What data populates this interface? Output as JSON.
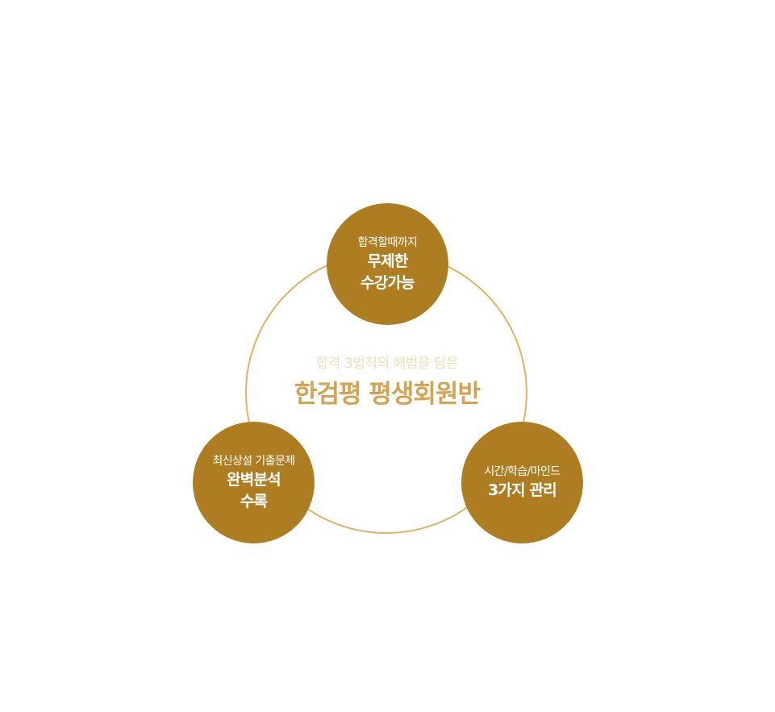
{
  "center": {
    "subtitle": "합격 3법칙의 해법을 담은",
    "title": "한검평 평생회원반"
  },
  "nodes": [
    {
      "sub": "합격할때까지",
      "main": [
        "무제한",
        "수강가능"
      ]
    },
    {
      "sub": "최신상설 기출문제",
      "main": [
        "완벽분석",
        "수록"
      ]
    },
    {
      "sub": "시간/학습/마인드",
      "main": [
        "3가지 관리"
      ]
    }
  ],
  "colors": {
    "node_fill": "#ae7d22",
    "ring": "#dfb35f",
    "title": "#d4a250",
    "subtitle": "#f1ddb6"
  }
}
